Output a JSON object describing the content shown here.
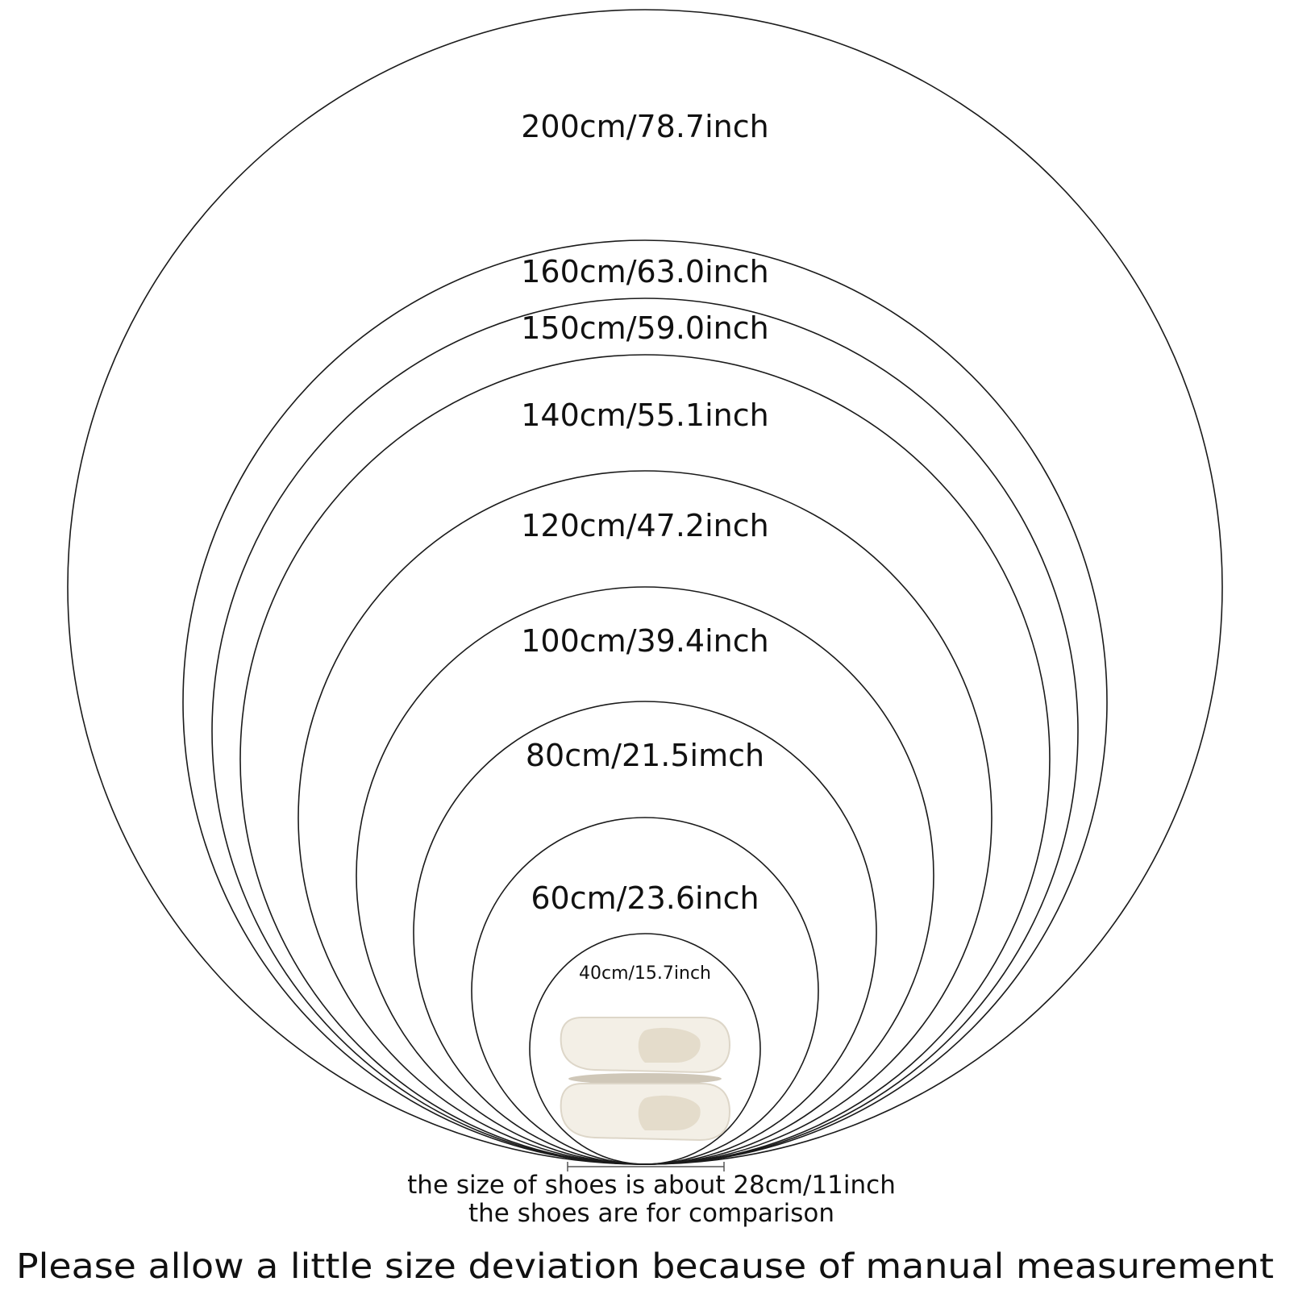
{
  "rings": [
    {
      "label": "200cm/78.7inch"
    },
    {
      "label": "160cm/63.0inch"
    },
    {
      "label": "150cm/59.0inch"
    },
    {
      "label": "140cm/55.1inch"
    },
    {
      "label": "120cm/47.2inch"
    },
    {
      "label": "100cm/39.4inch"
    },
    {
      "label": "80cm/21.5imch"
    },
    {
      "label": "60cm/23.6inch"
    },
    {
      "label": "40cm/15.7inch"
    }
  ],
  "comparison": {
    "shoe_size_text": "the size of shoes is about 28cm/11inch",
    "comparison_text": "the shoes are for comparison"
  },
  "footer": {
    "note": "Please allow a little size deviation because of manual measurement"
  },
  "colors": {
    "line": "#1a1a1a",
    "text": "#111111",
    "shoe": "#f3efe6",
    "shoe_shadow": "#ddd6c8"
  }
}
